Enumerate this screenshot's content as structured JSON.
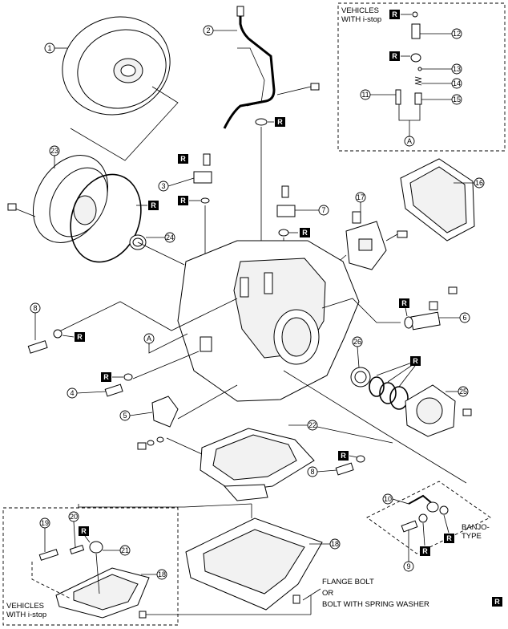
{
  "boxes": {
    "istop_top": {
      "label_line1": "VEHICLES",
      "label_line2": "WITH i-stop"
    },
    "istop_bottom": {
      "label_line1": "VEHICLES",
      "label_line2": "WITH i-stop"
    },
    "banjo": {
      "label_line1": "BANJO-",
      "label_line2": "TYPE"
    }
  },
  "notes": {
    "flange_bolt": "FLANGE BOLT",
    "or": "OR",
    "bolt_spring_washer": "BOLT WITH SPRING WASHER"
  },
  "replace_mark": "R",
  "callouts": [
    "1",
    "2",
    "3",
    "4",
    "5",
    "6",
    "7",
    "8",
    "8",
    "9",
    "10",
    "11",
    "12",
    "13",
    "14",
    "15",
    "16",
    "17",
    "18",
    "18",
    "19",
    "20",
    "21",
    "22",
    "23",
    "24",
    "25",
    "26"
  ],
  "reference_letter": "A"
}
